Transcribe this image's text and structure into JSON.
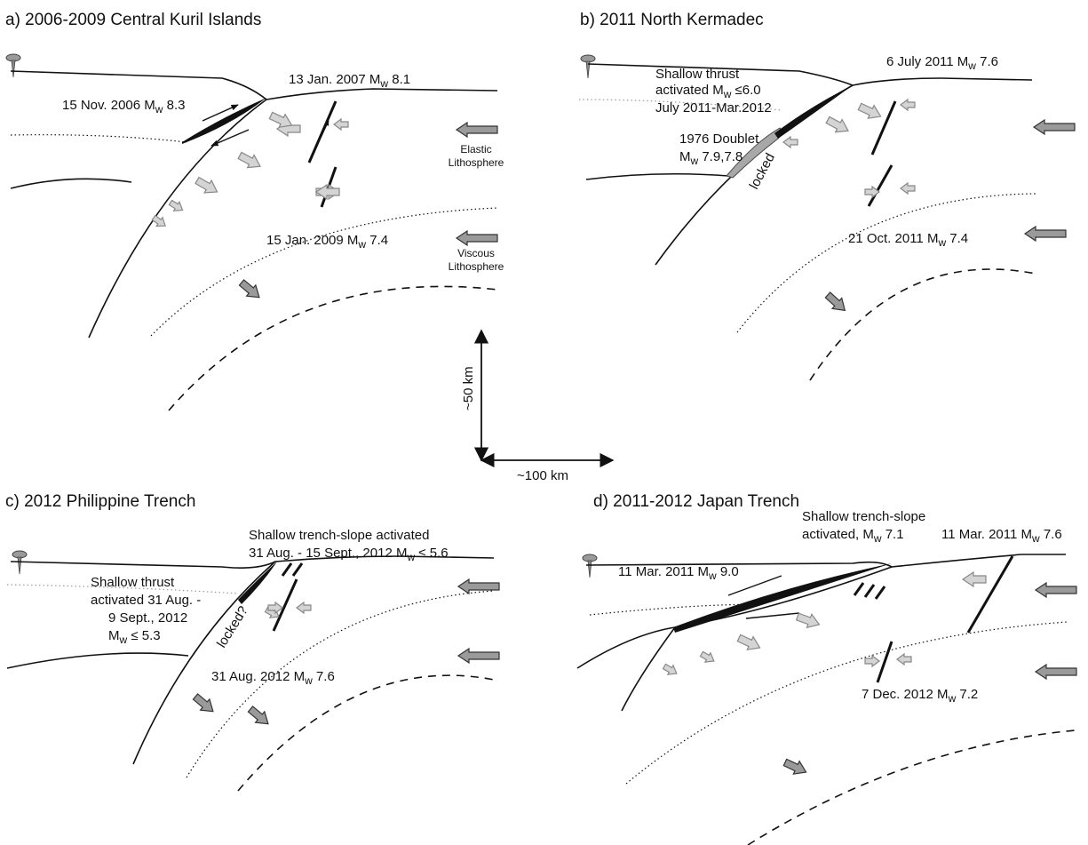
{
  "panels": {
    "a": {
      "title": "a)  2006-2009 Central Kuril Islands",
      "event_upper": "13 Jan. 2007  M",
      "event_upper_sub": "w",
      "event_upper_mag": " 8.1",
      "event_thrust": "15 Nov. 2006 M",
      "event_thrust_sub": "w",
      "event_thrust_mag": " 8.3",
      "event_lower": "15 Jan. 2009 M",
      "event_lower_sub": "w",
      "event_lower_mag": " 7.4",
      "elastic_1": "Elastic",
      "elastic_2": "Lithosphere",
      "viscous_1": "Viscous",
      "viscous_2": "Lithosphere"
    },
    "b": {
      "title": "b)  2011 North Kermadec",
      "event_upper": "6 July 2011 M",
      "event_upper_sub": "w",
      "event_upper_mag": " 7.6",
      "shallow_1": "Shallow thrust",
      "shallow_2a": "activated M",
      "shallow_2sub": "w",
      "shallow_2b": " ≤6.0",
      "shallow_3": "July 2011-Mar.2012",
      "doublet_1": "1976 Doublet",
      "doublet_2a": "M",
      "doublet_2sub": "w",
      "doublet_2b": " 7.9,7.8",
      "locked": "locked",
      "event_lower": "21 Oct. 2011 M",
      "event_lower_sub": "w",
      "event_lower_mag": " 7.4"
    },
    "c": {
      "title": "c)  2012 Philippine Trench",
      "slope_1": "Shallow trench-slope activated",
      "slope_2a": "31 Aug. - 15 Sept., 2012 M",
      "slope_2sub": "w",
      "slope_2b": " ≤ 5.6",
      "thrust_1": "Shallow thrust",
      "thrust_2": "activated 31 Aug. -",
      "thrust_3": "9 Sept., 2012",
      "thrust_4a": "M",
      "thrust_4sub": "w",
      "thrust_4b": " ≤ 5.3",
      "locked": "locked?",
      "event_lower": "31 Aug. 2012 M",
      "event_lower_sub": "w",
      "event_lower_mag": " 7.6"
    },
    "d": {
      "title": "d)  2011-2012 Japan Trench",
      "slope_1": "Shallow trench-slope",
      "slope_2a": "activated, M",
      "slope_2sub": "w",
      "slope_2b": " 7.1",
      "event_upper": "11 Mar. 2011 M",
      "event_upper_sub": "w",
      "event_upper_mag": " 7.6",
      "event_thrust": "11 Mar. 2011  M",
      "event_thrust_sub": "w",
      "event_thrust_mag": " 9.0",
      "event_lower": "7 Dec. 2012 M",
      "event_lower_sub": "w",
      "event_lower_mag": " 7.2"
    }
  },
  "scale": {
    "vertical": "~50 km",
    "horizontal": "~100 km"
  },
  "colors": {
    "line": "#111111",
    "arrow_dark": "#9a9a9a",
    "arrow_light": "#d4d4d4",
    "locked_patch": "#a8a8a8"
  }
}
